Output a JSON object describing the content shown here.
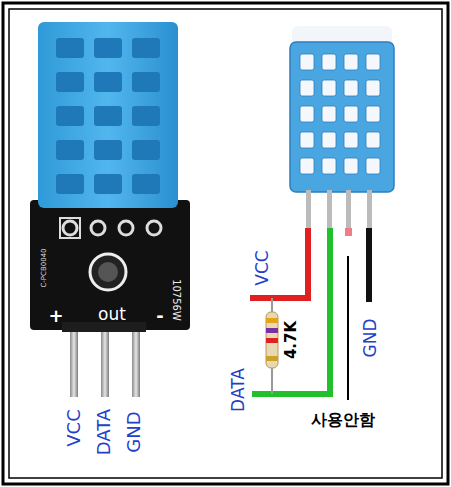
{
  "diagram": {
    "labels": [
      "+",
      "out",
      "-",
      "10756W",
      "C-PCB0040",
      "VCC",
      "DATA",
      "GND",
      "VCC",
      "4.7K",
      "DATA",
      "GND",
      "사용안함"
    ]
  }
}
